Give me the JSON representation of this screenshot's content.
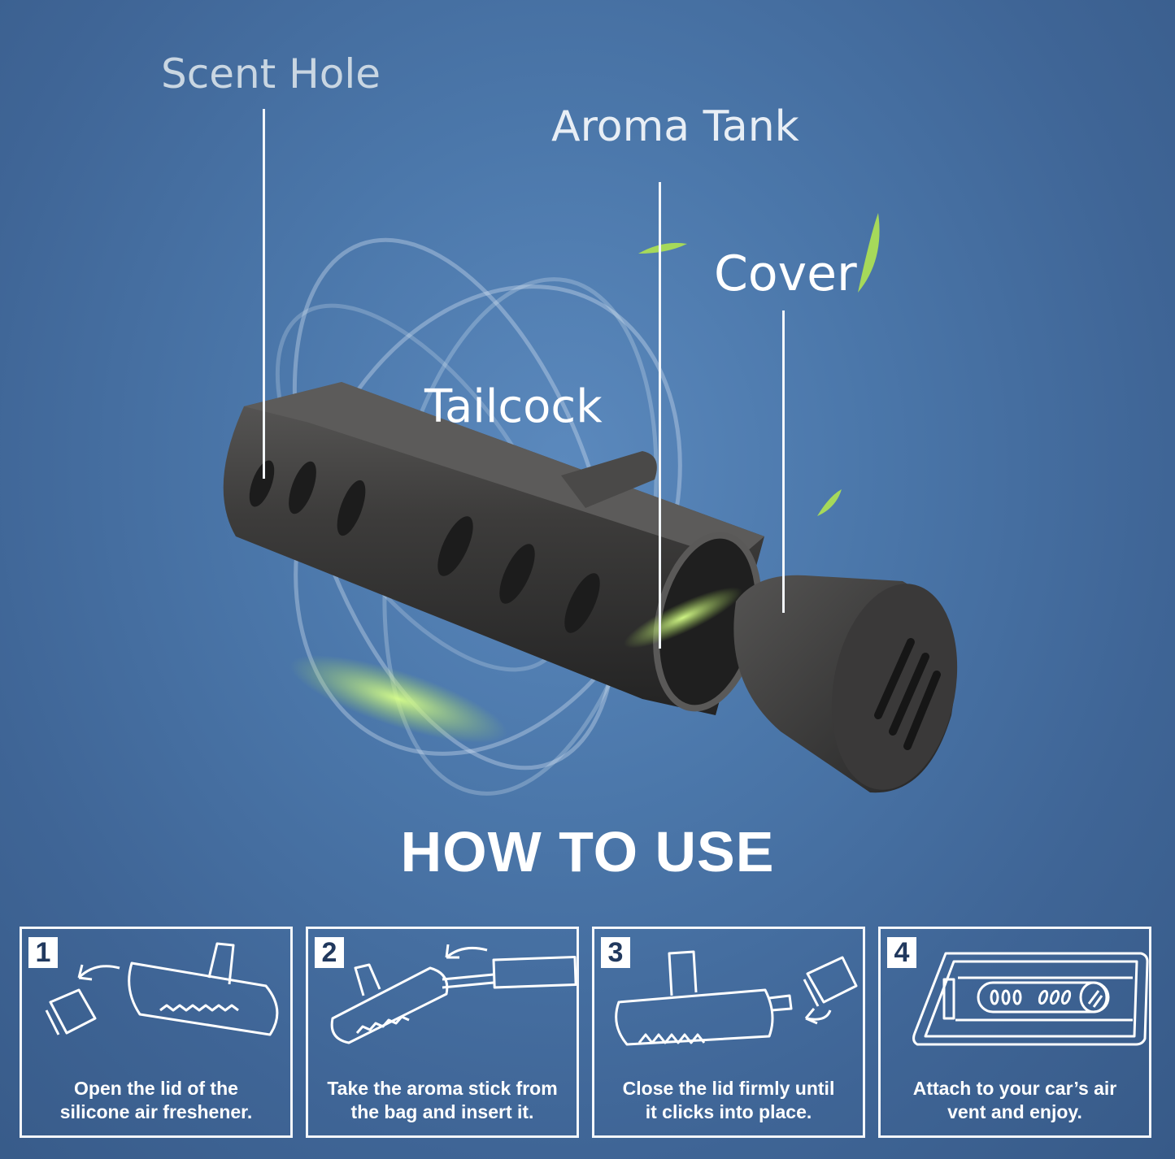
{
  "labels": {
    "scent_hole": "Scent Hole",
    "aroma_tank": "Aroma Tank",
    "cover": "Cover",
    "tailcock": "Tailcock"
  },
  "title": "HOW TO USE",
  "steps": [
    {
      "number": "1",
      "text_line1": "Open the lid of the",
      "text_line2": "silicone air freshener."
    },
    {
      "number": "2",
      "text_line1": "Take the aroma stick from",
      "text_line2": "the bag and insert it."
    },
    {
      "number": "3",
      "text_line1": "Close the lid firmly until",
      "text_line2": "it clicks into place."
    },
    {
      "number": "4",
      "text_line1": "Attach to your car’s air",
      "text_line2": "vent and enjoy."
    }
  ],
  "colors": {
    "background": "#4b77aa",
    "product": "#3b3a3a",
    "leaf": "#a6d95a",
    "text": "#ffffff"
  }
}
